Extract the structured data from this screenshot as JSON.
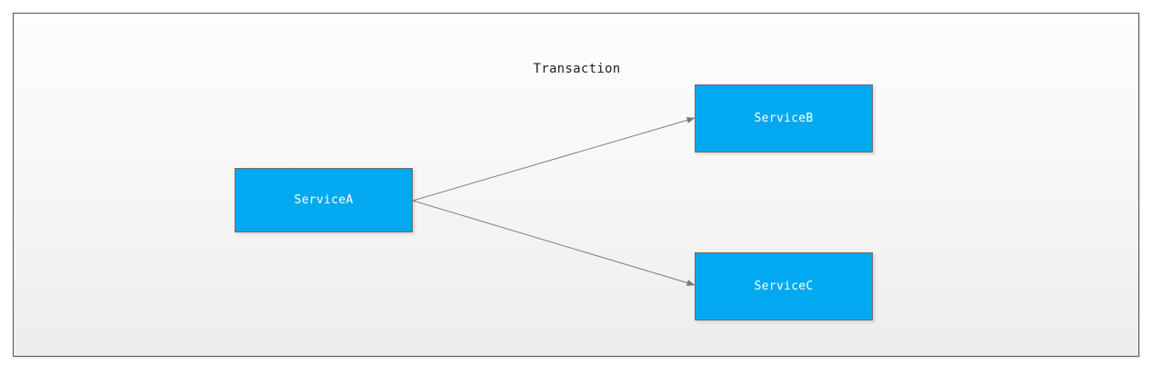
{
  "diagram": {
    "title": "Transaction",
    "nodes": [
      {
        "id": "service-a",
        "label": "ServiceA"
      },
      {
        "id": "service-b",
        "label": "ServiceB"
      },
      {
        "id": "service-c",
        "label": "ServiceC"
      }
    ],
    "edges": [
      {
        "from": "ServiceA",
        "to": "ServiceB",
        "arrow": "arrow-head-icon"
      },
      {
        "from": "ServiceA",
        "to": "ServiceC",
        "arrow": "arrow-head-icon"
      }
    ],
    "colors": {
      "node_fill": "#03a9f0",
      "node_border": "#6b6b6b",
      "node_text": "#ffffff",
      "edge_line": "#808080",
      "frame_border": "#555555",
      "background_top": "#fdfdfd",
      "background_bottom": "#ededed",
      "title_text": "#222222"
    }
  }
}
